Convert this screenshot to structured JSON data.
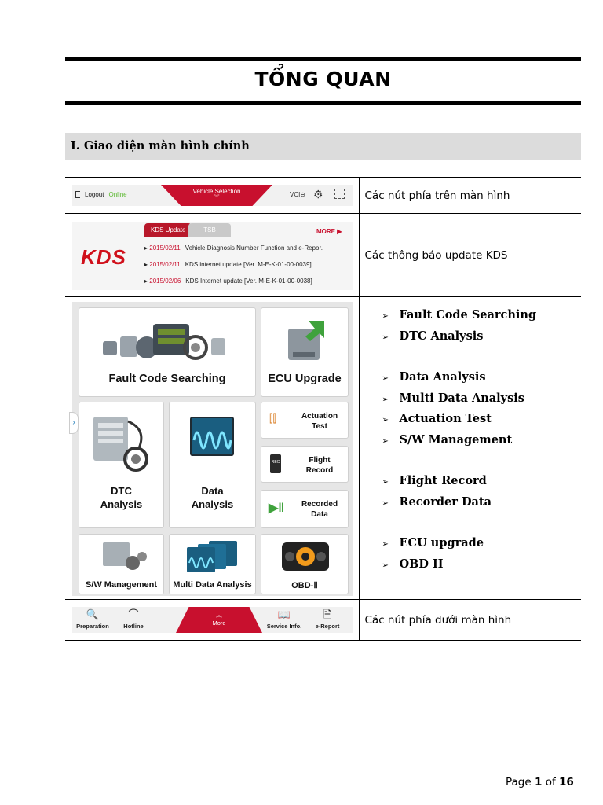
{
  "doc": {
    "title": "TỔNG QUAN",
    "section": "I. Giao diện màn hình chính"
  },
  "rows": {
    "top": {
      "desc": "Các nút phía trên màn hình"
    },
    "kds": {
      "desc": "Các thông báo update KDS"
    },
    "bottom": {
      "desc": "Các nút phía dưới màn hình"
    }
  },
  "topbar": {
    "logout": "Logout",
    "online": "Online",
    "vehicle_selection": "Vehicle Selection",
    "vci": "VCI"
  },
  "kds": {
    "logo": "KDS",
    "tabs": [
      "KDS Update",
      "TSB"
    ],
    "more": "MORE ▶",
    "items": [
      {
        "date": "2015/02/11",
        "text": "Vehicle Diagnosis Number Function and e-Repor."
      },
      {
        "date": "2015/02/11",
        "text": "KDS internet update [Ver. M-E-K-01-00-0039]"
      },
      {
        "date": "2015/02/06",
        "text": "KDS Internet update [Ver. M-E-K-01-00-0038]"
      }
    ]
  },
  "menu": {
    "fault": "Fault Code Searching",
    "ecu": "ECU Upgrade",
    "actuation": "Actuation Test",
    "dtc": "DTC Analysis",
    "data": "Data Analysis",
    "flight": "Flight Record",
    "recorded": "Recorded Data",
    "sw": "S/W Management",
    "multi": "Multi Data Analysis",
    "obd": "OBD-Ⅱ",
    "rec_badge": "REC"
  },
  "bullets": [
    "Fault Code Searching",
    "DTC Analysis",
    "",
    "Data Analysis",
    "Multi Data Analysis",
    "Actuation Test",
    "S/W Management",
    "",
    "Flight Record",
    "Recorder Data",
    "",
    "ECU upgrade",
    "OBD II"
  ],
  "botbar": {
    "preparation": "Preparation",
    "hotline": "Hotline",
    "more": "More",
    "service": "Service Info.",
    "ereport": "e-Report"
  },
  "page": {
    "prefix": "Page",
    "current": "1",
    "of": "of",
    "total": "16"
  },
  "colors": {
    "brand_red": "#c8102e",
    "online_green": "#5ab82e",
    "section_bg": "#dcdcdc"
  }
}
